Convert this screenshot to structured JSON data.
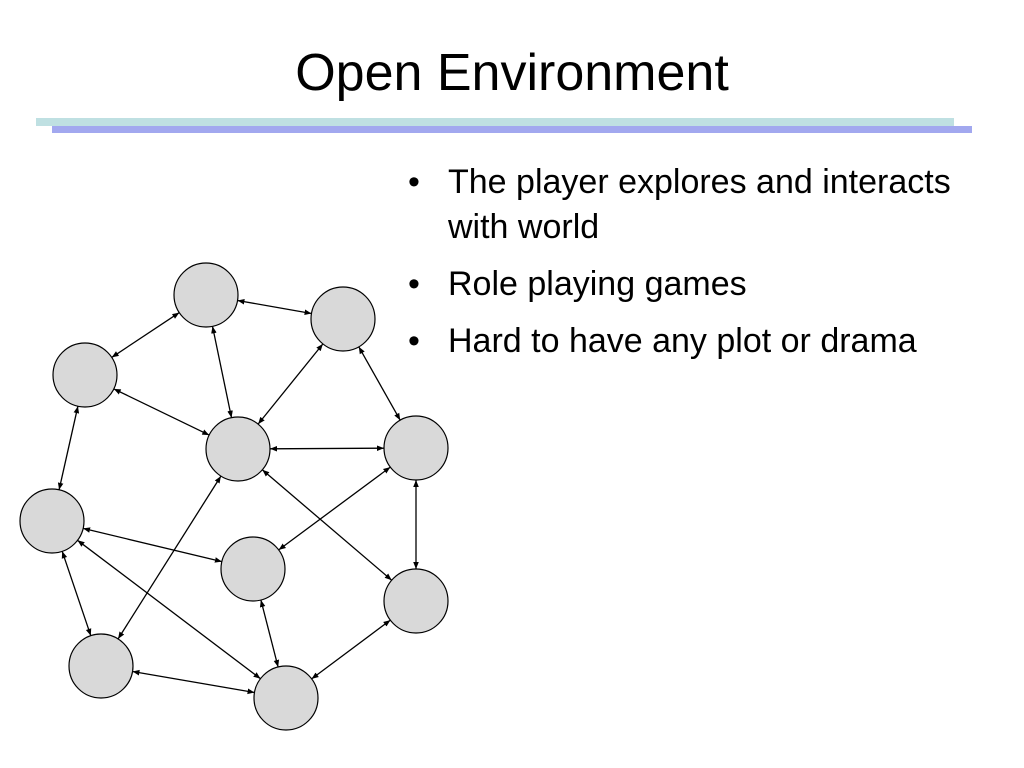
{
  "slide": {
    "title": "Open Environment",
    "bullet_symbol": "•",
    "bullets": [
      "The player explores and interacts with world",
      "Role playing games",
      "Hard to have any plot or drama"
    ]
  },
  "diagram": {
    "node_fill": "#d9d9d9",
    "node_stroke": "#000000",
    "edge_color": "#000000",
    "edges": [
      [
        "top",
        "upper-right"
      ],
      [
        "top",
        "upper-left"
      ],
      [
        "top",
        "center"
      ],
      [
        "upper-right",
        "center"
      ],
      [
        "upper-right",
        "right"
      ],
      [
        "upper-left",
        "center"
      ],
      [
        "upper-left",
        "left"
      ],
      [
        "center",
        "right"
      ],
      [
        "center",
        "lower-right"
      ],
      [
        "center",
        "bottom-left"
      ],
      [
        "right",
        "lower-right"
      ],
      [
        "right",
        "middle"
      ],
      [
        "left",
        "middle"
      ],
      [
        "left",
        "bottom-left"
      ],
      [
        "left",
        "bottom-center"
      ],
      [
        "middle",
        "bottom-center"
      ],
      [
        "bottom-left",
        "bottom-center"
      ],
      [
        "bottom-center",
        "lower-right"
      ]
    ]
  }
}
